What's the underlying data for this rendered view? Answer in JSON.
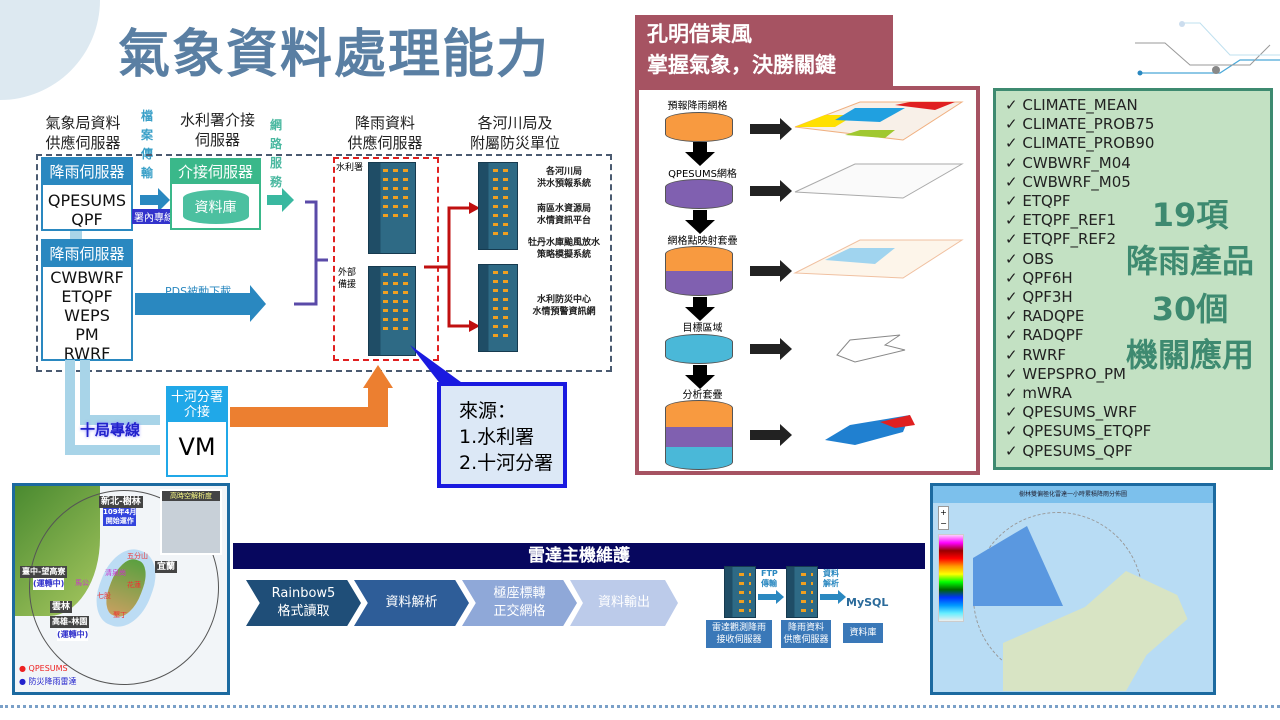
{
  "title": "氣象資料處理能力",
  "flow": {
    "col1": "氣象局資料\n供應伺服器",
    "vlabel1": "檔案傳輸",
    "col2": "水利署介接\n伺服器",
    "vlabel2": "網路服務",
    "col3": "降雨資料\n供應伺服器",
    "col4": "各河川局及\n附屬防災單位",
    "server1": {
      "head": "降雨伺服器",
      "items": "QPESUMS\nQPF"
    },
    "server2": {
      "head": "降雨伺服器",
      "items": "CWBWRF\nETQPF\nWEPS\nPM\nRWRF"
    },
    "interface": {
      "head": "介接伺服器",
      "db": "資料庫"
    },
    "inner_line": "署內專線",
    "pds": "PDS被動下載",
    "rack1": "水利署",
    "rack2": "外部\n備援",
    "targets": [
      "各河川局\n洪水預報系統",
      "南區水資源局\n水情資訊平台",
      "牡丹水庫颱風放水\n策略模擬系統",
      "水利防災中心\n水情預警資訊網"
    ],
    "ten_line": "十局專線",
    "vm_head": "十河分署\n介接",
    "vm": "VM",
    "source": "來源：\n1.水利署\n2.十河分署"
  },
  "kongming": {
    "title": "孔明借東風\n掌握氣象，決勝關鍵",
    "steps": [
      "預報降雨網格",
      "QPESUMS網格",
      "網格點映射套疊",
      "目標區域",
      "分析套疊"
    ]
  },
  "products": {
    "items": [
      "CLIMATE_MEAN",
      "CLIMATE_PROB75",
      "CLIMATE_PROB90",
      "CWBWRF_M04",
      "CWBWRF_M05",
      "ETQPF",
      "ETQPF_REF1",
      "ETQPF_REF2",
      "OBS",
      "QPF6H",
      "QPF3H",
      "RADQPE",
      "RADQPF",
      "RWRF",
      "WEPSPRO_PM",
      "mWRA",
      "QPESUMS_WRF",
      "QPESUMS_ETQPF",
      "QPESUMS_QPF"
    ],
    "check": "✓",
    "count1": "19項",
    "label1": "降雨產品",
    "count2": "30個",
    "label2": "機關應用"
  },
  "radar_map": {
    "inset": "高時空解析度",
    "labels": [
      "新北-樹林",
      "109年4月\n開始運作",
      "宜蘭",
      "臺中-望高寮",
      "(運轉中)",
      "雲林",
      "高雄-林園",
      "(運轉中)",
      "五分山",
      "七股",
      "花蓮",
      "墾丁",
      "馬公",
      "清泉崗"
    ],
    "legend": [
      "QPESUMS",
      "防災降雨雷達"
    ]
  },
  "radar": {
    "banner": "雷達主機維護",
    "steps": [
      "Rainbow5\n格式讀取",
      "資料解析",
      "極座標轉\n正交網格",
      "資料輸出"
    ],
    "ftp": "FTP\n傳輸",
    "parse": "資料\n解析",
    "mysql": "MySQL",
    "boxes": [
      "雷達觀測降雨\n接收伺服器",
      "降雨資料\n供應伺服器",
      "資料庫"
    ]
  },
  "accum_map": {
    "title": "樹林雙偏極化雷達一小時累積降雨分佈圖",
    "zoom_in": "+",
    "zoom_out": "−"
  }
}
